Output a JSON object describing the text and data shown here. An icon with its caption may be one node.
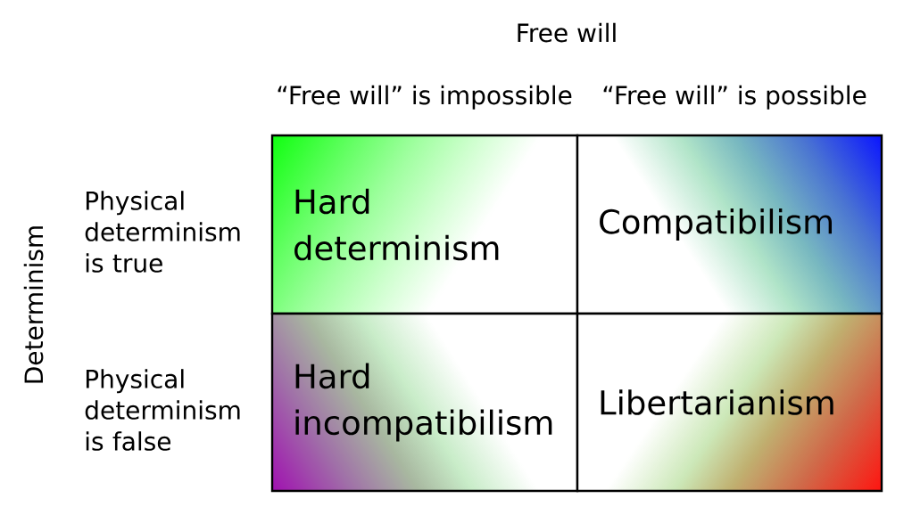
{
  "diagram": {
    "nodes": [
      {
        "text": [
          "Hard determinism"
        ]
      },
      {
        "text": [
          "Compatibilism"
        ]
      },
      {
        "text": [
          "Hard incompatibilism"
        ]
      },
      {
        "text": [
          "Libertarianism"
        ]
      }
    ],
    "labels": [
      "Free will",
      "“Free will” is impossible",
      "“Free will” is possible",
      "Determinism",
      "Physical determinism is true",
      "Physical determinism is false"
    ]
  }
}
